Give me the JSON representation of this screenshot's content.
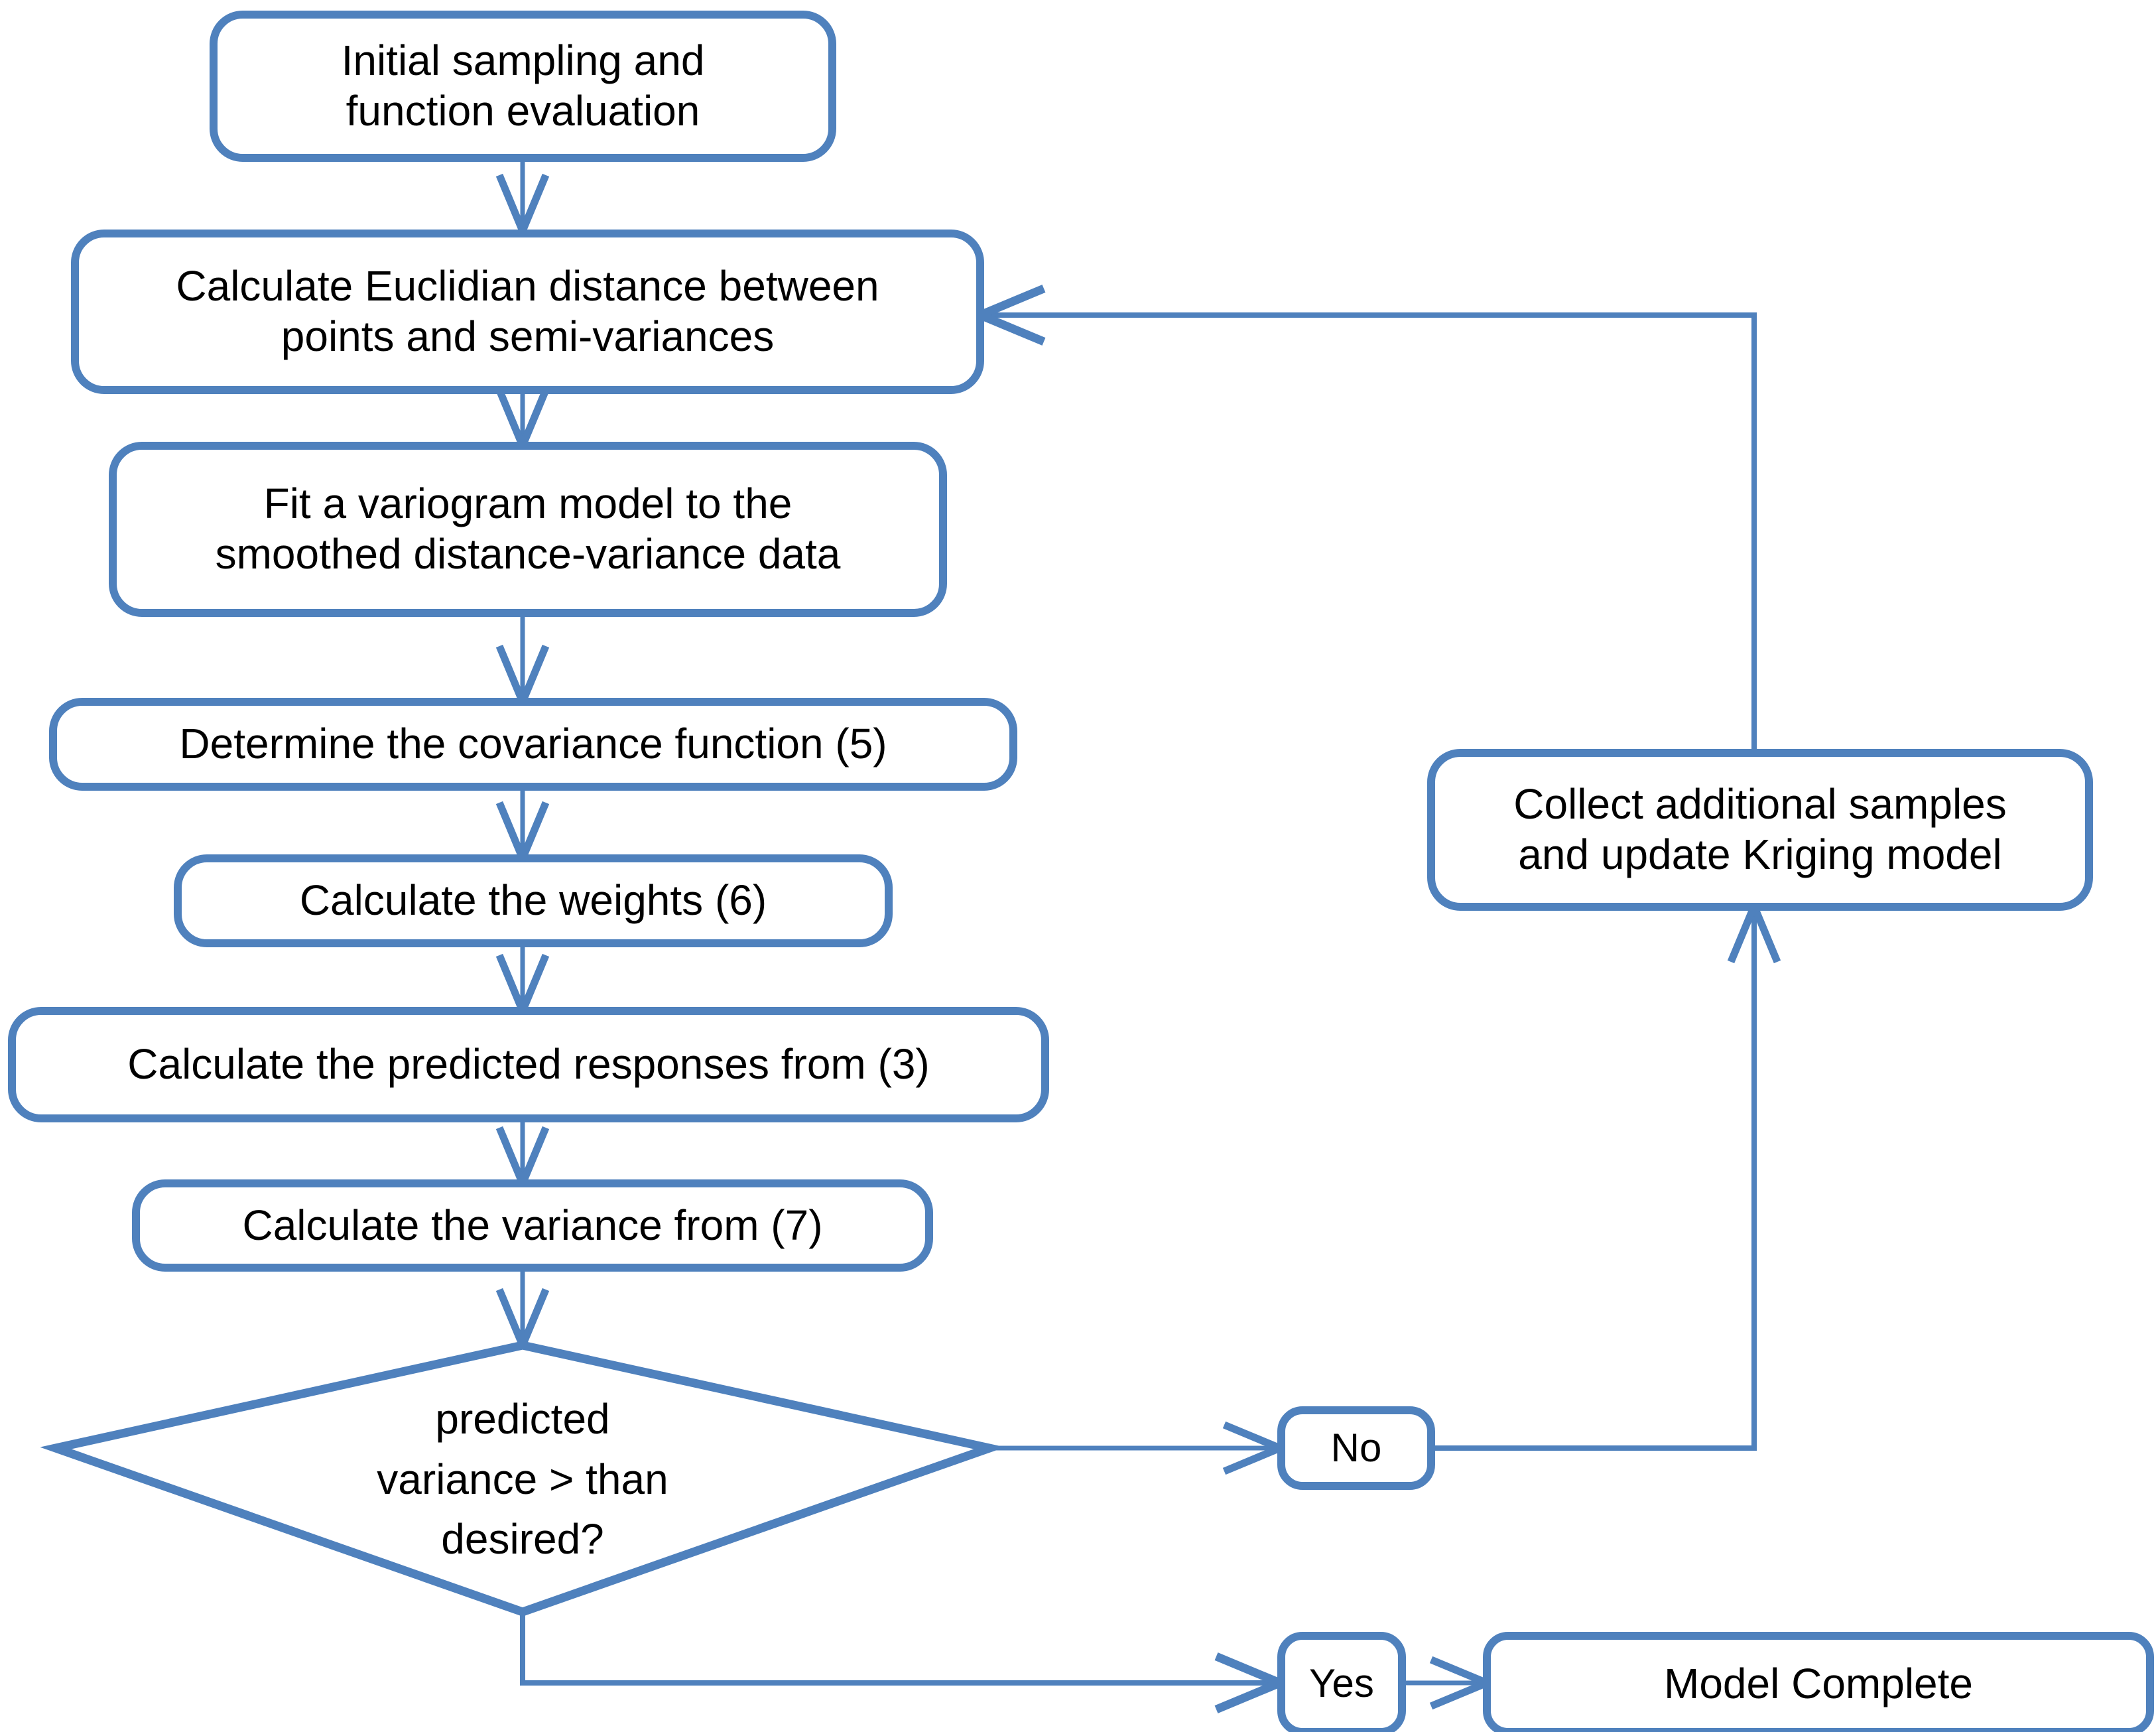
{
  "diagram": {
    "title": "Kriging surrogate model construction flowchart",
    "type": "flowchart",
    "colors": {
      "stroke": "#4F81BD",
      "stroke_light": "#5B9BD5",
      "fill": "#FFFFFF",
      "text": "#000000",
      "background": "#FFFFFF"
    }
  },
  "nodes": {
    "initial_sampling": {
      "shape": "rounded-rectangle",
      "label": "Initial sampling and\nfunction evaluation"
    },
    "euclidian_distance": {
      "shape": "rounded-rectangle",
      "label": "Calculate Euclidian distance between\npoints and semi-variances"
    },
    "fit_variogram": {
      "shape": "rounded-rectangle",
      "label": "Fit a variogram model to the\nsmoothed distance-variance data"
    },
    "covariance_function": {
      "shape": "rounded-rectangle",
      "label": "Determine the covariance function (5)"
    },
    "calculate_weights": {
      "shape": "rounded-rectangle",
      "label": "Calculate the weights (6)"
    },
    "predicted_responses": {
      "shape": "rounded-rectangle",
      "label": "Calculate the predicted responses from (3)"
    },
    "calculate_variance": {
      "shape": "rounded-rectangle",
      "label": "Calculate the variance from (7)"
    },
    "decision": {
      "shape": "diamond",
      "label": "predicted\nvariance > than\ndesired?"
    },
    "collect_samples": {
      "shape": "rounded-rectangle",
      "label": "Collect additional samples\nand update Kriging model"
    },
    "branch_no": {
      "shape": "rounded-rectangle",
      "label": "No"
    },
    "branch_yes": {
      "shape": "rounded-rectangle",
      "label": "Yes"
    },
    "model_complete": {
      "shape": "rounded-rectangle",
      "label": "Model Complete"
    }
  },
  "edges": [
    {
      "from": "initial_sampling",
      "to": "euclidian_distance",
      "label": ""
    },
    {
      "from": "euclidian_distance",
      "to": "fit_variogram",
      "label": ""
    },
    {
      "from": "fit_variogram",
      "to": "covariance_function",
      "label": ""
    },
    {
      "from": "covariance_function",
      "to": "calculate_weights",
      "label": ""
    },
    {
      "from": "calculate_weights",
      "to": "predicted_responses",
      "label": ""
    },
    {
      "from": "predicted_responses",
      "to": "calculate_variance",
      "label": ""
    },
    {
      "from": "calculate_variance",
      "to": "decision",
      "label": ""
    },
    {
      "from": "decision",
      "to": "branch_no",
      "label": "No"
    },
    {
      "from": "decision",
      "to": "branch_yes",
      "label": "Yes"
    },
    {
      "from": "branch_no",
      "to": "collect_samples",
      "label": ""
    },
    {
      "from": "collect_samples",
      "to": "euclidian_distance",
      "label": ""
    },
    {
      "from": "branch_yes",
      "to": "model_complete",
      "label": ""
    }
  ]
}
